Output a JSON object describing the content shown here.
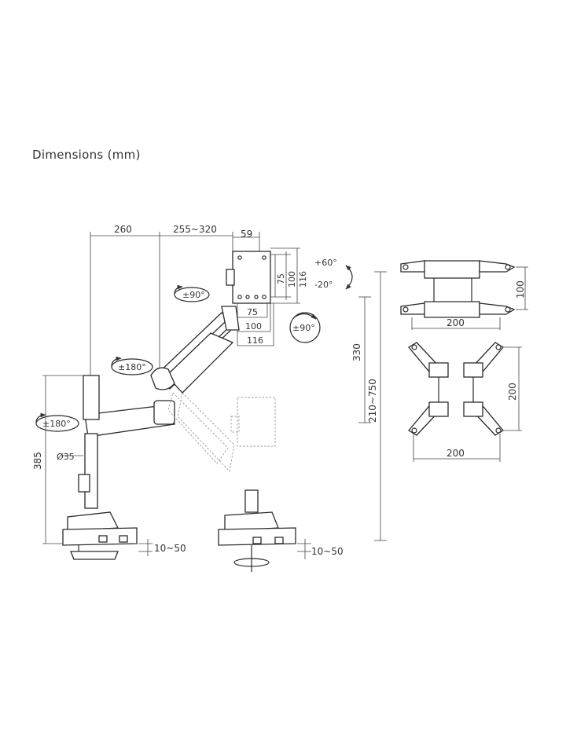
{
  "title": "Dimensions (mm)",
  "dimensions": {
    "arm_first_segment": "260",
    "arm_second_segment": "255~320",
    "head_depth": "59",
    "pole_height": "385",
    "pole_diameter": "Ø35",
    "clamp_thickness_left": "10~50",
    "clamp_thickness_right": "10~50",
    "vertical_travel": "330",
    "height_range": "210~750",
    "vesa_75_h": "75",
    "vesa_100_h": "100",
    "vesa_116_h": "116",
    "vesa_75_w": "75",
    "vesa_100_w": "100",
    "vesa_116_w": "116"
  },
  "rotations": {
    "tilt_up": "+60°",
    "tilt_down": "-20°",
    "swivel_head": "±90°",
    "rotate_head": "±90°",
    "arm_joint": "±180°",
    "pole_joint": "±180°"
  },
  "adapters": {
    "top_width": "200",
    "top_height": "100",
    "bottom_width": "200",
    "bottom_height": "200"
  }
}
